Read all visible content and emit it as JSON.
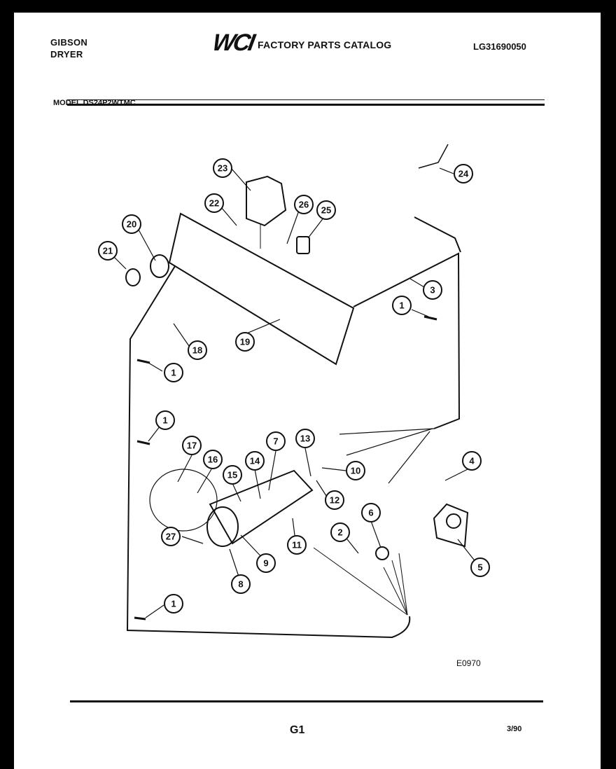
{
  "header": {
    "brand_line1": "GIBSON",
    "brand_line2": "DRYER",
    "logo": "WCI",
    "catalog_title": "FACTORY PARTS CATALOG",
    "document_number": "LG31690050",
    "model": "MODEL DS24P2WTMC"
  },
  "diagram": {
    "callouts": [
      "23",
      "24",
      "22",
      "26",
      "25",
      "20",
      "21",
      "3",
      "1",
      "18",
      "19",
      "1",
      "1",
      "17",
      "7",
      "13",
      "16",
      "14",
      "15",
      "10",
      "4",
      "12",
      "27",
      "11",
      "6",
      "2",
      "9",
      "8",
      "5",
      "1"
    ]
  },
  "footer": {
    "figure_code": "E0970",
    "page": "G1",
    "date": "3/90"
  }
}
